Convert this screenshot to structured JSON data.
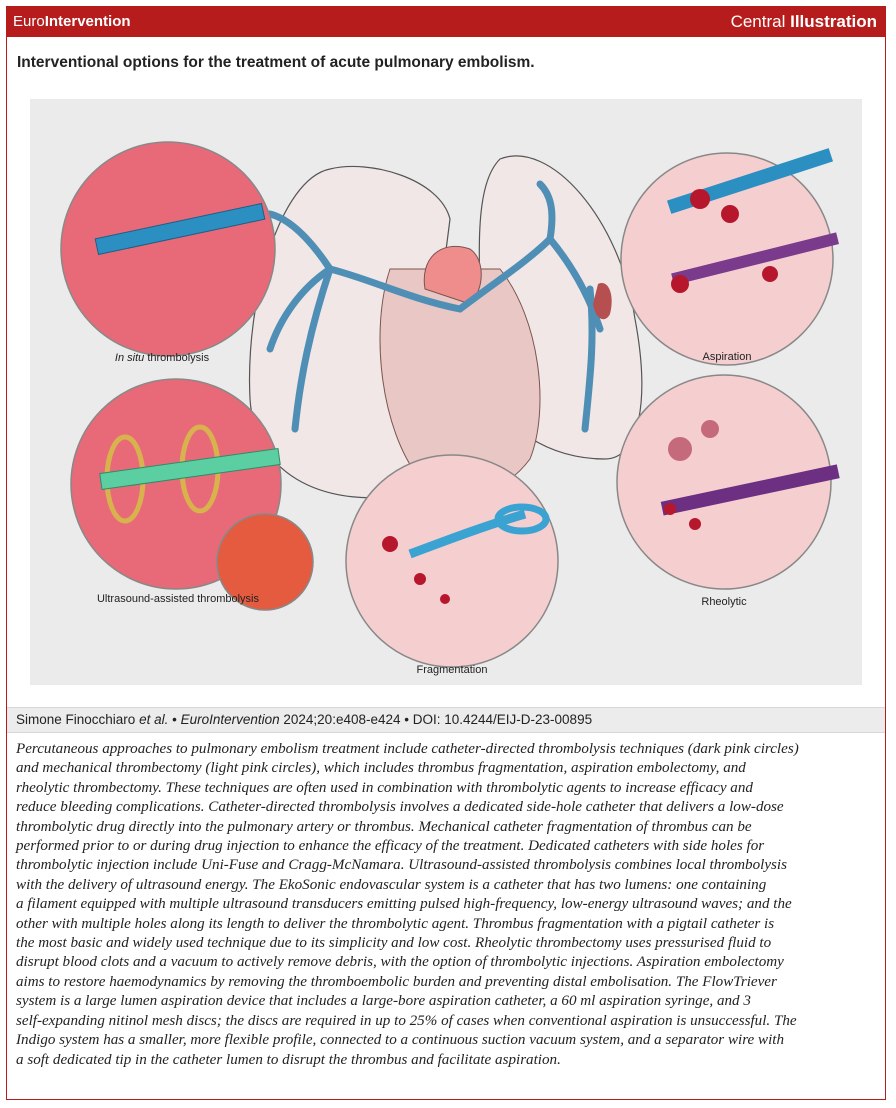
{
  "header": {
    "brand_prefix": "Euro",
    "brand_suffix": "Intervention",
    "section_prefix": "Central ",
    "section_suffix": "Illustration"
  },
  "subtitle": "Interventional options for the treatment of acute pulmonary embolism.",
  "figure": {
    "labels": {
      "in_situ_italic": "In situ",
      "in_situ_rest": " thrombolysis",
      "ultrasound": "Ultrasound-assisted thrombolysis",
      "fragmentation": "Fragmentation",
      "aspiration": "Aspiration",
      "rheolytic": "Rheolytic"
    }
  },
  "citation": {
    "authors": "Simone Finocchiaro ",
    "etal": "et al.",
    "sep1": " • ",
    "journal": "EuroIntervention",
    "ref": " 2024;20:e408-e424 • DOI: 10.4244/EIJ-D-23-00895"
  },
  "caption_lines": [
    "Percutaneous approaches to pulmonary embolism treatment include catheter-directed thrombolysis techniques (dark pink circles)",
    "and mechanical thrombectomy (light pink circles), which includes thrombus fragmentation, aspiration embolectomy, and",
    "rheolytic thrombectomy. These techniques are often used in combination with thrombolytic agents to increase efficacy and",
    "reduce bleeding complications. Catheter-directed thrombolysis involves a dedicated side-hole catheter that delivers a low-dose",
    "thrombolytic drug directly into the pulmonary artery or thrombus. Mechanical catheter fragmentation of thrombus can be",
    "performed prior to or during drug injection to enhance the efficacy of the treatment. Dedicated catheters with side holes for",
    "thrombolytic injection include Uni-Fuse and Cragg-McNamara. Ultrasound-assisted thrombolysis combines local thrombolysis",
    "with the delivery of ultrasound energy. The EkoSonic endovascular system is a catheter that has two lumens: one containing",
    "a filament equipped with multiple ultrasound transducers emitting pulsed high-frequency, low-energy ultrasound waves; and the",
    "other with multiple holes along its length to deliver the thrombolytic agent. Thrombus fragmentation with a pigtail catheter is",
    "the most basic and widely used technique due to its simplicity and low cost. Rheolytic thrombectomy uses pressurised fluid to",
    "disrupt blood clots and a vacuum to actively remove debris, with the option of thrombolytic injections. Aspiration embolectomy",
    "aims to restore haemodynamics by removing the thromboembolic burden and preventing distal embolisation. The FlowTriever",
    "system is a large lumen aspiration device that includes a large-bore aspiration catheter, a 60 ml aspiration syringe, and 3",
    "self-expanding nitinol mesh discs; the discs are required in up to 25% of cases when conventional aspiration is unsuccessful. The",
    "Indigo system has a smaller, more flexible profile, connected to a continuous suction vacuum system, and a separator wire with",
    "a soft dedicated tip in the catheter lumen to disrupt the thrombus and facilitate aspiration."
  ]
}
